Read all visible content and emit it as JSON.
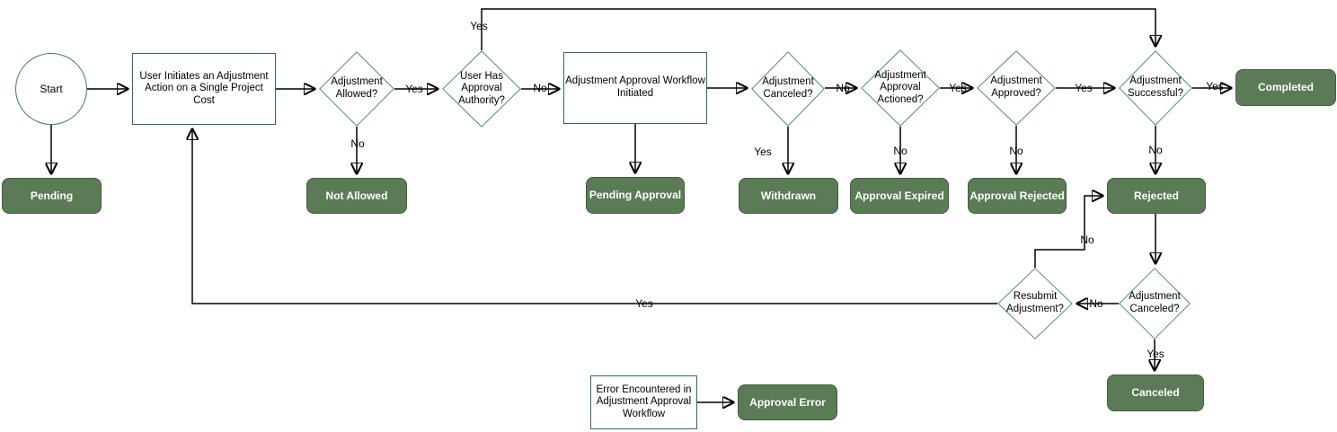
{
  "diagram_type": "flowchart",
  "colors": {
    "status_fill": "#5a7b55",
    "status_border": "#41603c",
    "status_text": "#ffffff",
    "process_stroke": "#316b5e",
    "decision_stroke": "#4f8d7d",
    "terminator_stroke": "#3f7b6d",
    "connector": "#000000",
    "background": "#ffffff"
  },
  "nodes": {
    "start": {
      "label": "Start",
      "type": "terminator"
    },
    "user_initiates": {
      "label": "User Initiates an Adjustment\nAction on a Single Project Cost",
      "type": "process"
    },
    "adjustment_allowed": {
      "label": "Adjustment\nAllowed?",
      "type": "decision"
    },
    "user_has_authority": {
      "label": "User Has\nApproval\nAuthority?",
      "type": "decision"
    },
    "workflow_initiated": {
      "label": "Adjustment Approval Workflow\nInitiated",
      "type": "process"
    },
    "adjustment_canceled_1": {
      "label": "Adjustment\nCanceled?",
      "type": "decision"
    },
    "approval_actioned": {
      "label": "Adjustment\nApproval\nActioned?",
      "type": "decision"
    },
    "adjustment_approved": {
      "label": "Adjustment\nApproved?",
      "type": "decision"
    },
    "adjustment_successful": {
      "label": "Adjustment\nSuccessful?",
      "type": "decision"
    },
    "completed": {
      "label": "Completed",
      "type": "status"
    },
    "pending": {
      "label": "Pending",
      "type": "status"
    },
    "not_allowed": {
      "label": "Not Allowed",
      "type": "status"
    },
    "pending_approval": {
      "label": "Pending Approval",
      "type": "status"
    },
    "withdrawn": {
      "label": "Withdrawn",
      "type": "status"
    },
    "approval_expired": {
      "label": "Approval Expired",
      "type": "status"
    },
    "approval_rejected": {
      "label": "Approval Rejected",
      "type": "status"
    },
    "rejected": {
      "label": "Rejected",
      "type": "status"
    },
    "resubmit_adjustment": {
      "label": "Resubmit\nAdjustment?",
      "type": "decision"
    },
    "adjustment_canceled_2": {
      "label": "Adjustment\nCanceled?",
      "type": "decision"
    },
    "canceled": {
      "label": "Canceled",
      "type": "status"
    },
    "error_encountered": {
      "label": "Error Encountered in\nAdjustment Approval\nWorkflow",
      "type": "process"
    },
    "approval_error": {
      "label": "Approval Error",
      "type": "status"
    }
  },
  "edge_labels": {
    "allowed_yes": "Yes",
    "allowed_no": "No",
    "authority_yes": "Yes",
    "authority_no": "No",
    "canceled1_no": "No",
    "canceled1_yes": "Yes",
    "actioned_yes": "Yes",
    "actioned_no": "No",
    "approved_yes": "Yes",
    "approved_no": "No",
    "successful_yes": "Yes",
    "successful_no": "No",
    "canceled2_no": "No",
    "canceled2_yes": "Yes",
    "resubmit_no": "No",
    "resubmit_yes": "Yes"
  }
}
